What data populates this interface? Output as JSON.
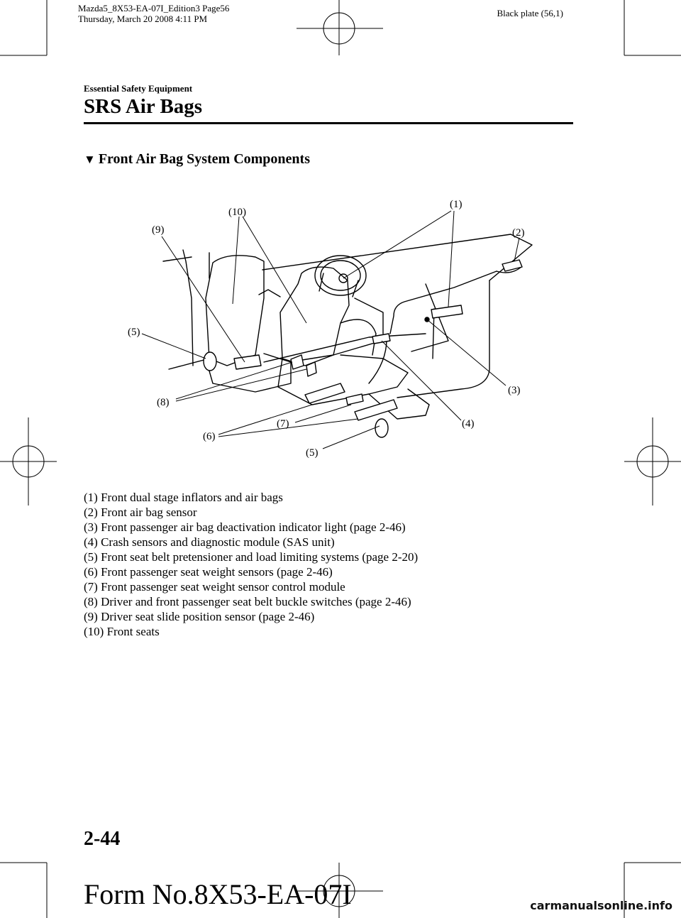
{
  "header": {
    "print_info_line1": "Mazda5_8X53-EA-07I_Edition3 Page56",
    "print_info_line2": "Thursday, March 20 2008 4:11 PM",
    "plate": "Black plate (56,1)",
    "section": "Essential Safety Equipment",
    "title": "SRS Air Bags"
  },
  "subheading": {
    "marker": "▼",
    "text": "Front Air Bag System Components"
  },
  "diagram": {
    "callouts": [
      "(1)",
      "(2)",
      "(3)",
      "(4)",
      "(5)",
      "(5)",
      "(6)",
      "(7)",
      "(8)",
      "(9)",
      "(10)"
    ]
  },
  "legend": [
    "(1) Front dual stage inflators and air bags",
    "(2) Front air bag sensor",
    "(3) Front passenger air bag deactivation indicator light (page 2-46)",
    "(4) Crash sensors and diagnostic module (SAS unit)",
    "(5) Front seat belt pretensioner and load limiting systems (page 2-20)",
    "(6) Front passenger seat weight sensors (page 2-46)",
    "(7) Front passenger seat weight sensor control module",
    "(8) Driver and front passenger seat belt buckle switches (page 2-46)",
    "(9) Driver seat slide position sensor (page 2-46)",
    "(10) Front seats"
  ],
  "footer": {
    "page_number": "2-44",
    "form_number": "Form No.8X53-EA-07I",
    "watermark": "carmanualsonline.info"
  }
}
